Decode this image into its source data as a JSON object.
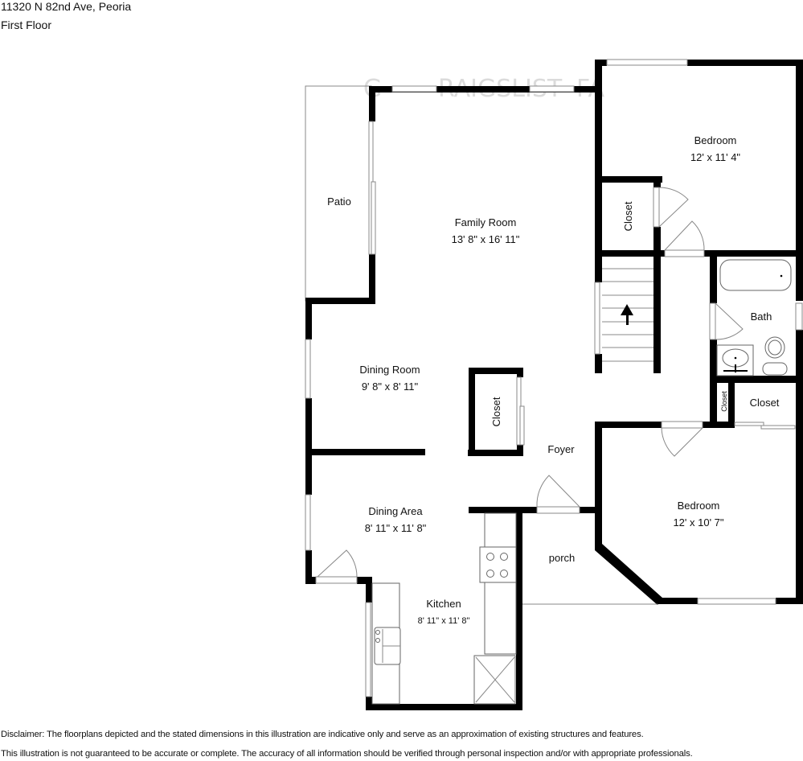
{
  "header": {
    "address": "11320 N 82nd Ave, Peoria",
    "floor": "First Floor"
  },
  "rooms": {
    "patio": {
      "name": "Patio"
    },
    "family_room": {
      "name": "Family Room",
      "dims": "13' 8\" x 16' 11\""
    },
    "bedroom_1": {
      "name": "Bedroom",
      "dims": "12' x 11' 4\""
    },
    "closet_bed1": {
      "name": "Closet"
    },
    "bath": {
      "name": "Bath"
    },
    "closet_small": {
      "name": "Closet"
    },
    "closet_hall": {
      "name": "Closet"
    },
    "dining_room": {
      "name": "Dining Room",
      "dims": "9' 8\" x 8' 11\""
    },
    "closet_center": {
      "name": "Closet"
    },
    "foyer": {
      "name": "Foyer"
    },
    "dining_area": {
      "name": "Dining Area",
      "dims": "8' 11\" x 11' 8\""
    },
    "kitchen": {
      "name": "Kitchen",
      "dims": "8' 11\" x 11' 8\""
    },
    "porch": {
      "name": "porch"
    },
    "bedroom_2": {
      "name": "Bedroom",
      "dims": "12' x 10' 7\""
    }
  },
  "stairs": {
    "direction": "up",
    "icon": "arrow-up-icon"
  },
  "disclaimer": {
    "line1": "Disclaimer: The floorplans depicted and the stated dimensions in this illustration are indicative only and serve as an approximation of existing structures and features.",
    "line2": "This illustration is not guaranteed to be accurate or complete. The accuracy of all information should be verified through personal inspection and/or with appropriate professionals."
  },
  "colors": {
    "wall": "#000000",
    "background": "#ffffff",
    "fixture_stroke": "#666666"
  }
}
